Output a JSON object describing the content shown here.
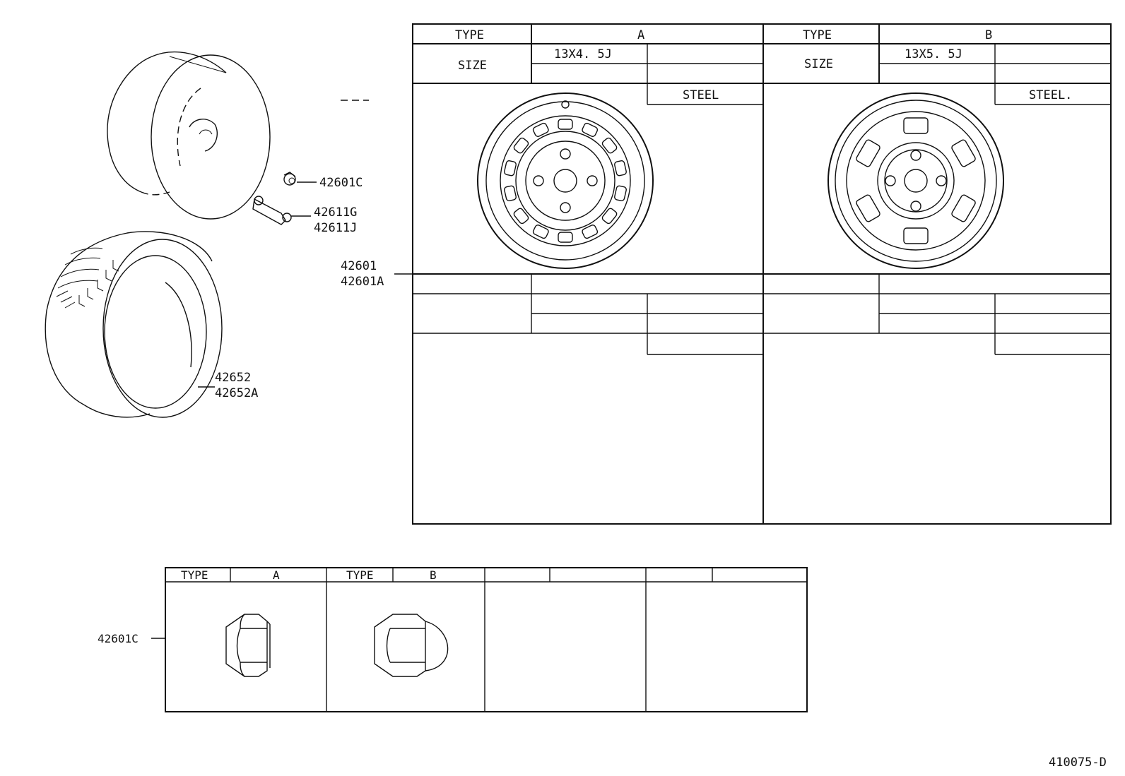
{
  "wheel_table": {
    "type_label": "TYPE",
    "size_label": "SIZE",
    "col_a": {
      "type": "A",
      "size": "13X4. 5J",
      "material": "STEEL"
    },
    "col_b": {
      "type": "B",
      "size": "13X5. 5J",
      "material": "STEEL."
    }
  },
  "nut_table": {
    "type_label": "TYPE",
    "col_a_type": "A",
    "col_b_type": "B"
  },
  "callouts": {
    "nut": "42601C",
    "valve_1": "42611G",
    "valve_2": "42611J",
    "wheel_1": "42601",
    "wheel_2": "42601A",
    "tire_1": "42652",
    "tire_2": "42652A",
    "nut_row": "42601C"
  },
  "figure_code": "410075-D"
}
